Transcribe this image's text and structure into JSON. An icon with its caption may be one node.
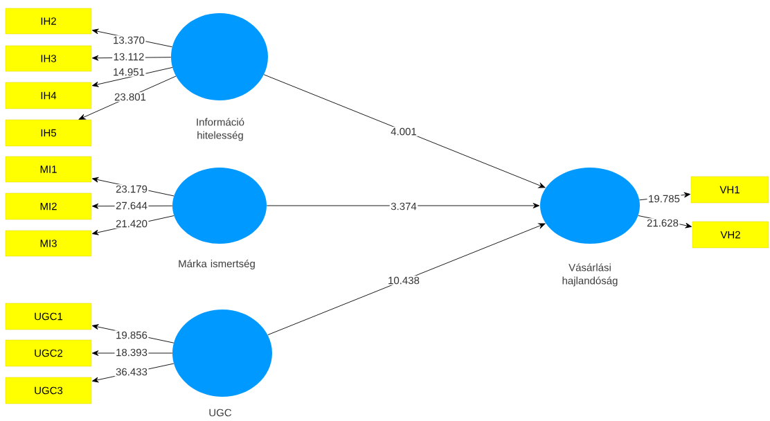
{
  "diagram": {
    "nodes": [
      {
        "text": [
          "IH2"
        ]
      },
      {
        "text": [
          "IH3"
        ]
      },
      {
        "text": [
          "IH4"
        ]
      },
      {
        "text": [
          "IH5"
        ]
      },
      {
        "text": [
          "Információ hitelesség"
        ]
      },
      {
        "text": [
          "MI1"
        ]
      },
      {
        "text": [
          "MI2"
        ]
      },
      {
        "text": [
          "MI3"
        ]
      },
      {
        "text": [
          "Márka ismertség"
        ]
      },
      {
        "text": [
          "UGC1"
        ]
      },
      {
        "text": [
          "UGC2"
        ]
      },
      {
        "text": [
          "UGC3"
        ]
      },
      {
        "text": [
          "UGC"
        ]
      },
      {
        "text": [
          "Vásárlási hajlandóság"
        ]
      },
      {
        "text": [
          "VH1"
        ]
      },
      {
        "text": [
          "VH2"
        ]
      }
    ],
    "edges": [
      {
        "from": 4,
        "to": 0,
        "arrow": "to",
        "label": "13.370"
      },
      {
        "from": 4,
        "to": 1,
        "arrow": "to",
        "label": "13.112"
      },
      {
        "from": 4,
        "to": 2,
        "arrow": "to",
        "label": "14.951"
      },
      {
        "from": 4,
        "to": 3,
        "arrow": "to",
        "label": "23.801"
      },
      {
        "from": 8,
        "to": 5,
        "arrow": "to",
        "label": "23.179"
      },
      {
        "from": 8,
        "to": 6,
        "arrow": "to",
        "label": "27.644"
      },
      {
        "from": 8,
        "to": 7,
        "arrow": "to",
        "label": "21.420"
      },
      {
        "from": 12,
        "to": 9,
        "arrow": "to",
        "label": "19.856"
      },
      {
        "from": 12,
        "to": 10,
        "arrow": "to",
        "label": "18.393"
      },
      {
        "from": 12,
        "to": 11,
        "arrow": "to",
        "label": "36.433"
      },
      {
        "from": 4,
        "to": 13,
        "arrow": "to",
        "label": "4.001"
      },
      {
        "from": 8,
        "to": 13,
        "arrow": "to",
        "label": "3.374"
      },
      {
        "from": 12,
        "to": 13,
        "arrow": "to",
        "label": "10.438"
      },
      {
        "from": 13,
        "to": 14,
        "arrow": "to",
        "label": "19.785"
      },
      {
        "from": 13,
        "to": 15,
        "arrow": "to",
        "label": "21.628"
      }
    ]
  }
}
